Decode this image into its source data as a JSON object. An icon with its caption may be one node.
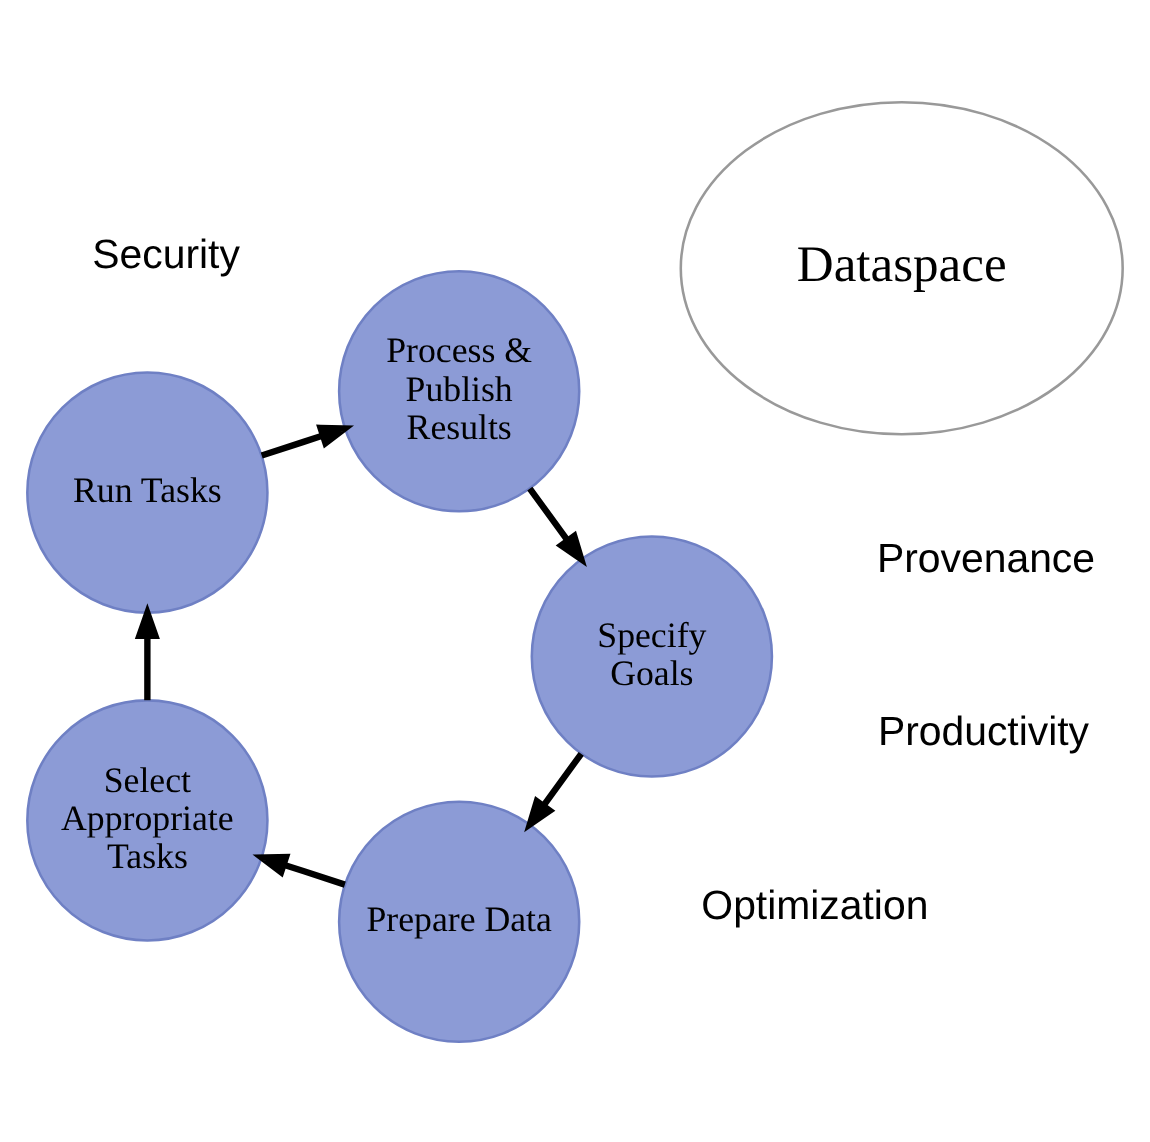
{
  "diagram": {
    "nodes": [
      {
        "text": [
          "Prepare Data"
        ]
      },
      {
        "text": [
          "Select Appropriate Tasks"
        ]
      },
      {
        "text": [
          "Run Tasks"
        ]
      },
      {
        "text": [
          "Process & Publish Results"
        ]
      },
      {
        "text": [
          "Specify Goals"
        ]
      },
      {
        "text": [
          "Dataspace"
        ]
      }
    ],
    "edges": [
      {
        "from": 0,
        "to": 1,
        "arrow": "to"
      },
      {
        "from": 1,
        "to": 2,
        "arrow": "to"
      },
      {
        "from": 2,
        "to": 3,
        "arrow": "to"
      },
      {
        "from": 3,
        "to": 4,
        "arrow": "to"
      },
      {
        "from": 4,
        "to": 0,
        "arrow": "to"
      }
    ],
    "labels": [
      "Security",
      "Optimization",
      "Productivity",
      "Provenance"
    ]
  }
}
